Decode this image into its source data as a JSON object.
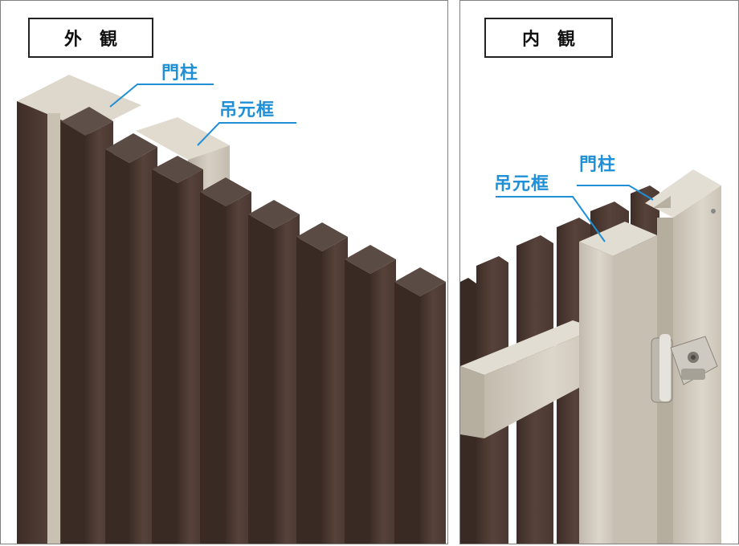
{
  "exterior": {
    "title": "外観",
    "label_post": "門柱",
    "label_frame": "吊元框"
  },
  "interior": {
    "title": "内観",
    "label_frame": "吊元框",
    "label_post": "門柱"
  },
  "colors": {
    "callout": "#1f8fd6",
    "wood_front": "#4f3b33",
    "wood_side": "#3a2b25",
    "wood_top": "#5c4c46",
    "frame_front": "#cfc8bb",
    "frame_side": "#b9b1a3",
    "frame_top": "#e2ddd3",
    "border": "#808080"
  }
}
